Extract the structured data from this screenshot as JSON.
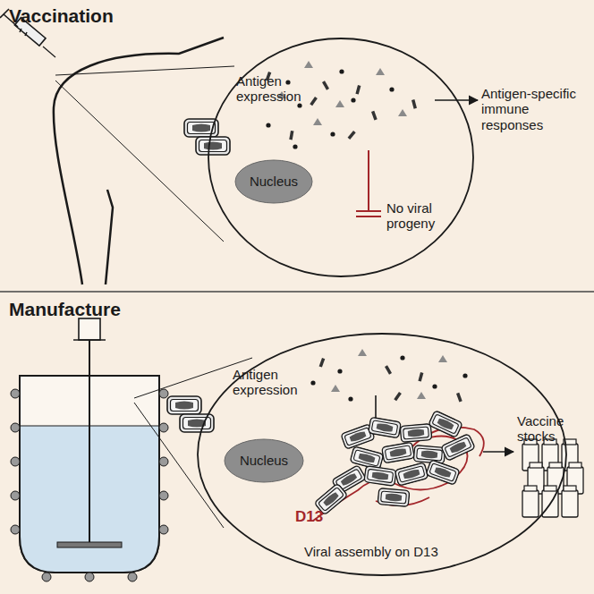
{
  "diagram": {
    "nodes": [
      {
        "text": [
          "Antigen expression",
          "No viral progeny"
        ]
      },
      {
        "text": [
          "Nucleus"
        ],
        "in": 0
      },
      {
        "text": [
          "Antigen expression",
          "D13",
          "Viral assembly on D13"
        ]
      },
      {
        "text": [
          "Nucleus"
        ],
        "in": 2
      }
    ],
    "labels": [
      "Vaccination",
      "Antigen-specific immune responses",
      "Manufacture",
      "Vaccine stocks"
    ]
  }
}
